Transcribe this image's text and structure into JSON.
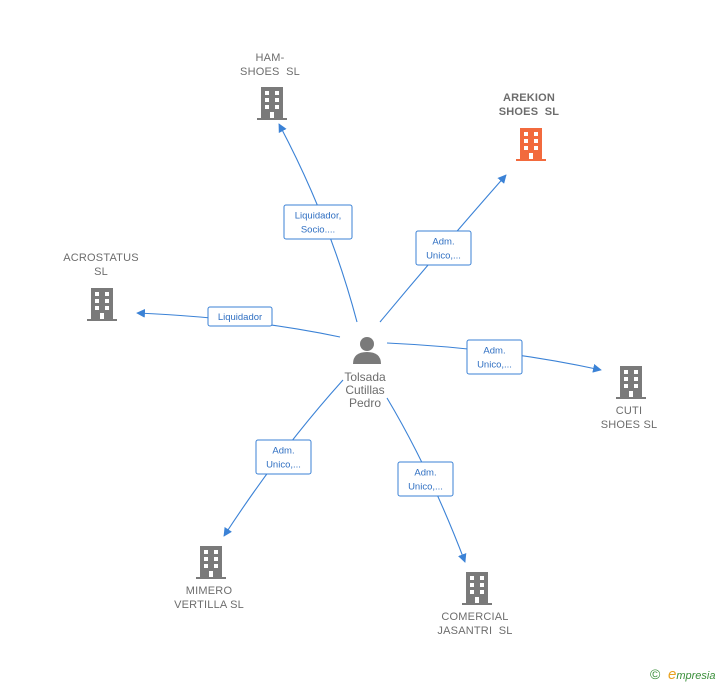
{
  "person": {
    "name_lines": [
      "Tolsada",
      "Cutillas",
      "Pedro"
    ]
  },
  "companies": [
    {
      "id": "ham",
      "name_lines": [
        "HAM-",
        "SHOES  SL"
      ],
      "highlight": false
    },
    {
      "id": "arekion",
      "name_lines": [
        "AREKION",
        "SHOES  SL"
      ],
      "highlight": true
    },
    {
      "id": "acrostatus",
      "name_lines": [
        "ACROSTATUS",
        "SL"
      ],
      "highlight": false
    },
    {
      "id": "cuti",
      "name_lines": [
        "CUTI",
        "SHOES SL"
      ],
      "highlight": false
    },
    {
      "id": "mimero",
      "name_lines": [
        "MIMERO",
        "VERTILLA SL"
      ],
      "highlight": false
    },
    {
      "id": "comercial",
      "name_lines": [
        "COMERCIAL",
        "JASANTRI  SL"
      ],
      "highlight": false
    }
  ],
  "edges": [
    {
      "target": "ham",
      "label_lines": [
        "Liquidador,",
        "Socio...."
      ]
    },
    {
      "target": "arekion",
      "label_lines": [
        "Adm.",
        "Unico,..."
      ]
    },
    {
      "target": "acrostatus",
      "label_lines": [
        "Liquidador"
      ]
    },
    {
      "target": "cuti",
      "label_lines": [
        "Adm.",
        "Unico,..."
      ]
    },
    {
      "target": "mimero",
      "label_lines": [
        "Adm.",
        "Unico,..."
      ]
    },
    {
      "target": "comercial",
      "label_lines": [
        "Adm.",
        "Unico,..."
      ]
    }
  ],
  "colors": {
    "edge": "#3b82d6",
    "building": "#7a7a7a",
    "building_highlight": "#f26a3d",
    "person": "#7a7a7a"
  },
  "branding": {
    "copyright": "©",
    "logo_letter": "e",
    "logo_rest": "mpresia"
  }
}
